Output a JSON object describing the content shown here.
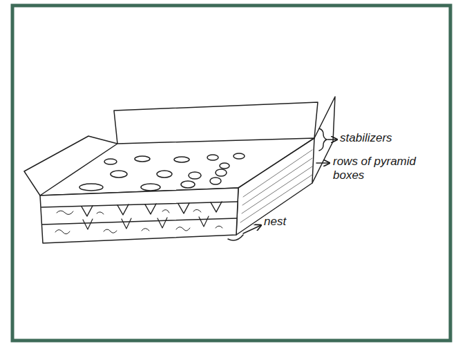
{
  "diagram": {
    "labels": [
      "stabilizers",
      "rows of pyramid boxes",
      "nest"
    ]
  }
}
